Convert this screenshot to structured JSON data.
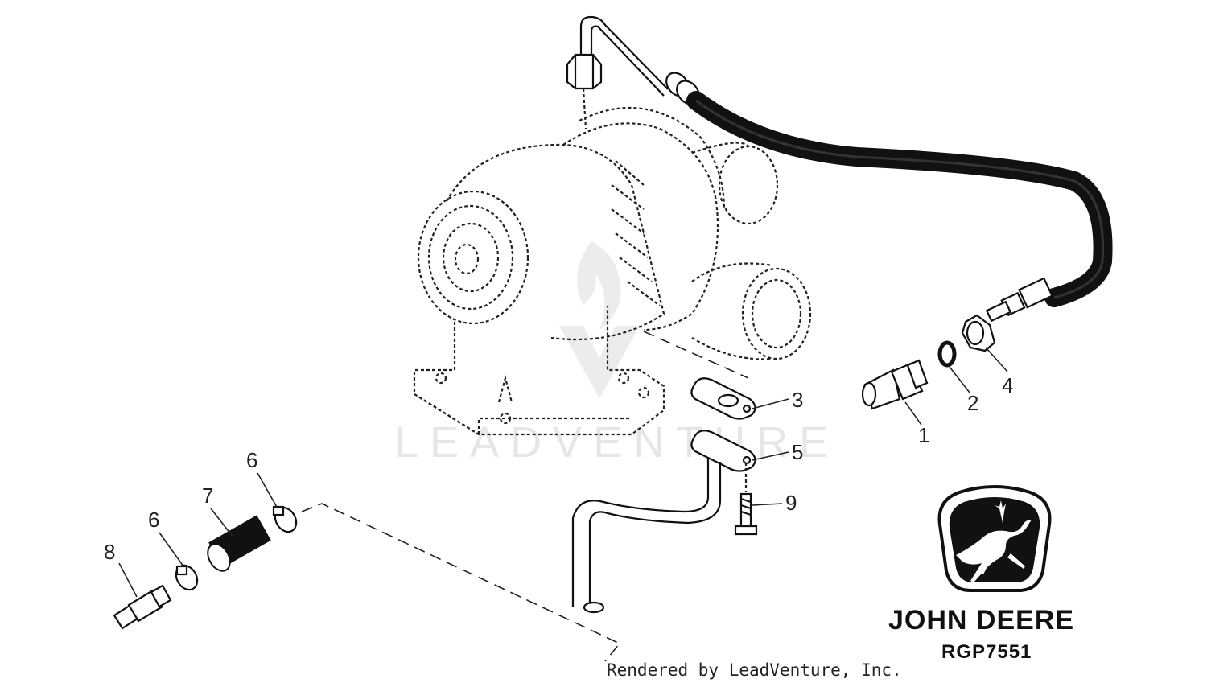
{
  "callouts": {
    "c1": "1",
    "c2": "2",
    "c3": "3",
    "c4": "4",
    "c5": "5",
    "c6a": "6",
    "c6b": "6",
    "c7": "7",
    "c8": "8",
    "c9": "9"
  },
  "brand": {
    "name": "JOHN DEERE",
    "code": "RGP7551"
  },
  "credit": "Rendered by LeadVenture, Inc.",
  "watermark": "LEADVENTURE",
  "colors": {
    "ink": "#111111",
    "watermark": "#e6e6e6",
    "background": "#ffffff"
  }
}
